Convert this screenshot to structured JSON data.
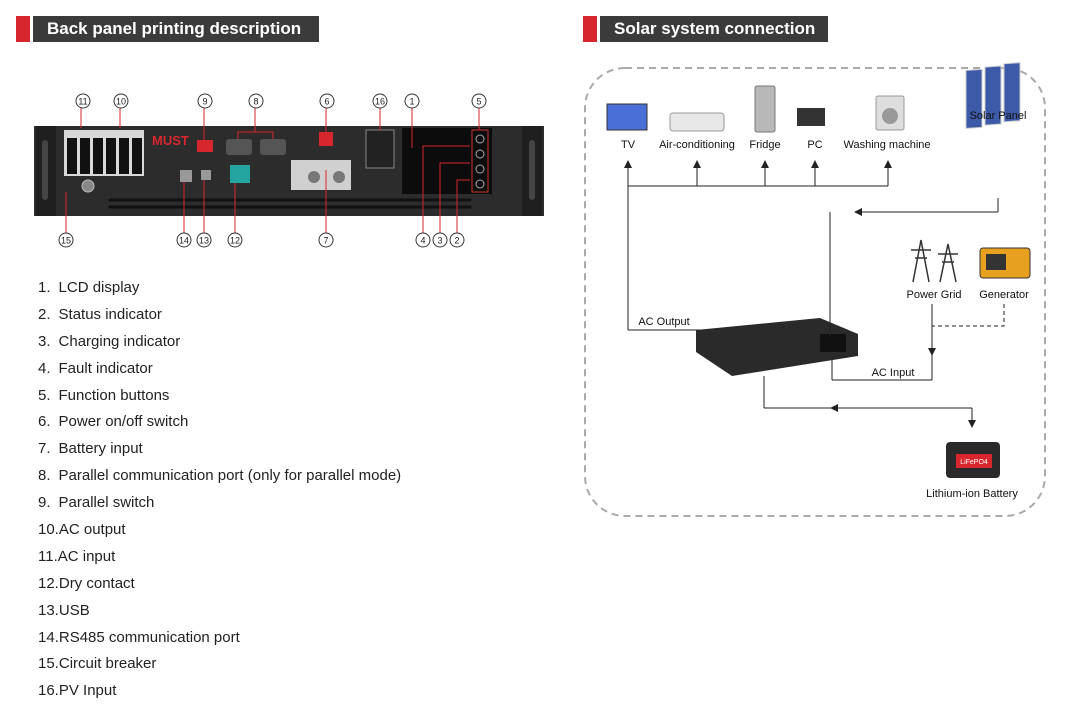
{
  "headers": {
    "left": "Back panel printing description",
    "right": "Solar system connection"
  },
  "device": {
    "brand": "MUST",
    "callouts": [
      "1",
      "2",
      "3",
      "4",
      "5",
      "6",
      "7",
      "8",
      "9",
      "10",
      "11",
      "12",
      "13",
      "14",
      "15",
      "16"
    ]
  },
  "descriptions": [
    {
      "num": "1.",
      "text": "LCD display"
    },
    {
      "num": "2.",
      "text": "Status indicator"
    },
    {
      "num": "3.",
      "text": "Charging indicator"
    },
    {
      "num": "4.",
      "text": "Fault indicator"
    },
    {
      "num": "5.",
      "text": "Function buttons"
    },
    {
      "num": "6.",
      "text": "Power on/off switch"
    },
    {
      "num": "7.",
      "text": "Battery input"
    },
    {
      "num": "8.",
      "text": "Parallel communication port (only for parallel mode)"
    },
    {
      "num": "9.",
      "text": "Parallel switch"
    },
    {
      "num": "10.",
      "text": "AC output"
    },
    {
      "num": "11.",
      "text": "AC input"
    },
    {
      "num": "12.",
      "text": "Dry contact"
    },
    {
      "num": "13.",
      "text": "USB"
    },
    {
      "num": "14.",
      "text": "RS485 communication port"
    },
    {
      "num": "15.",
      "text": "Circuit breaker"
    },
    {
      "num": "16.",
      "text": "PV Input"
    }
  ],
  "system": {
    "appliances": [
      "TV",
      "Air-conditioning",
      "Fridge",
      "PC",
      "Washing machine"
    ],
    "solar_panel": "Solar Panel",
    "power_grid": "Power Grid",
    "generator": "Generator",
    "ac_output": "AC Output",
    "ac_input": "AC Input",
    "battery": "Lithium-ion Battery",
    "battery_brand": "LiFePO4"
  },
  "colors": {
    "accent_red": "#d7262e",
    "header_bg": "#3b3b3b",
    "device_body": "#2c2c2c"
  }
}
